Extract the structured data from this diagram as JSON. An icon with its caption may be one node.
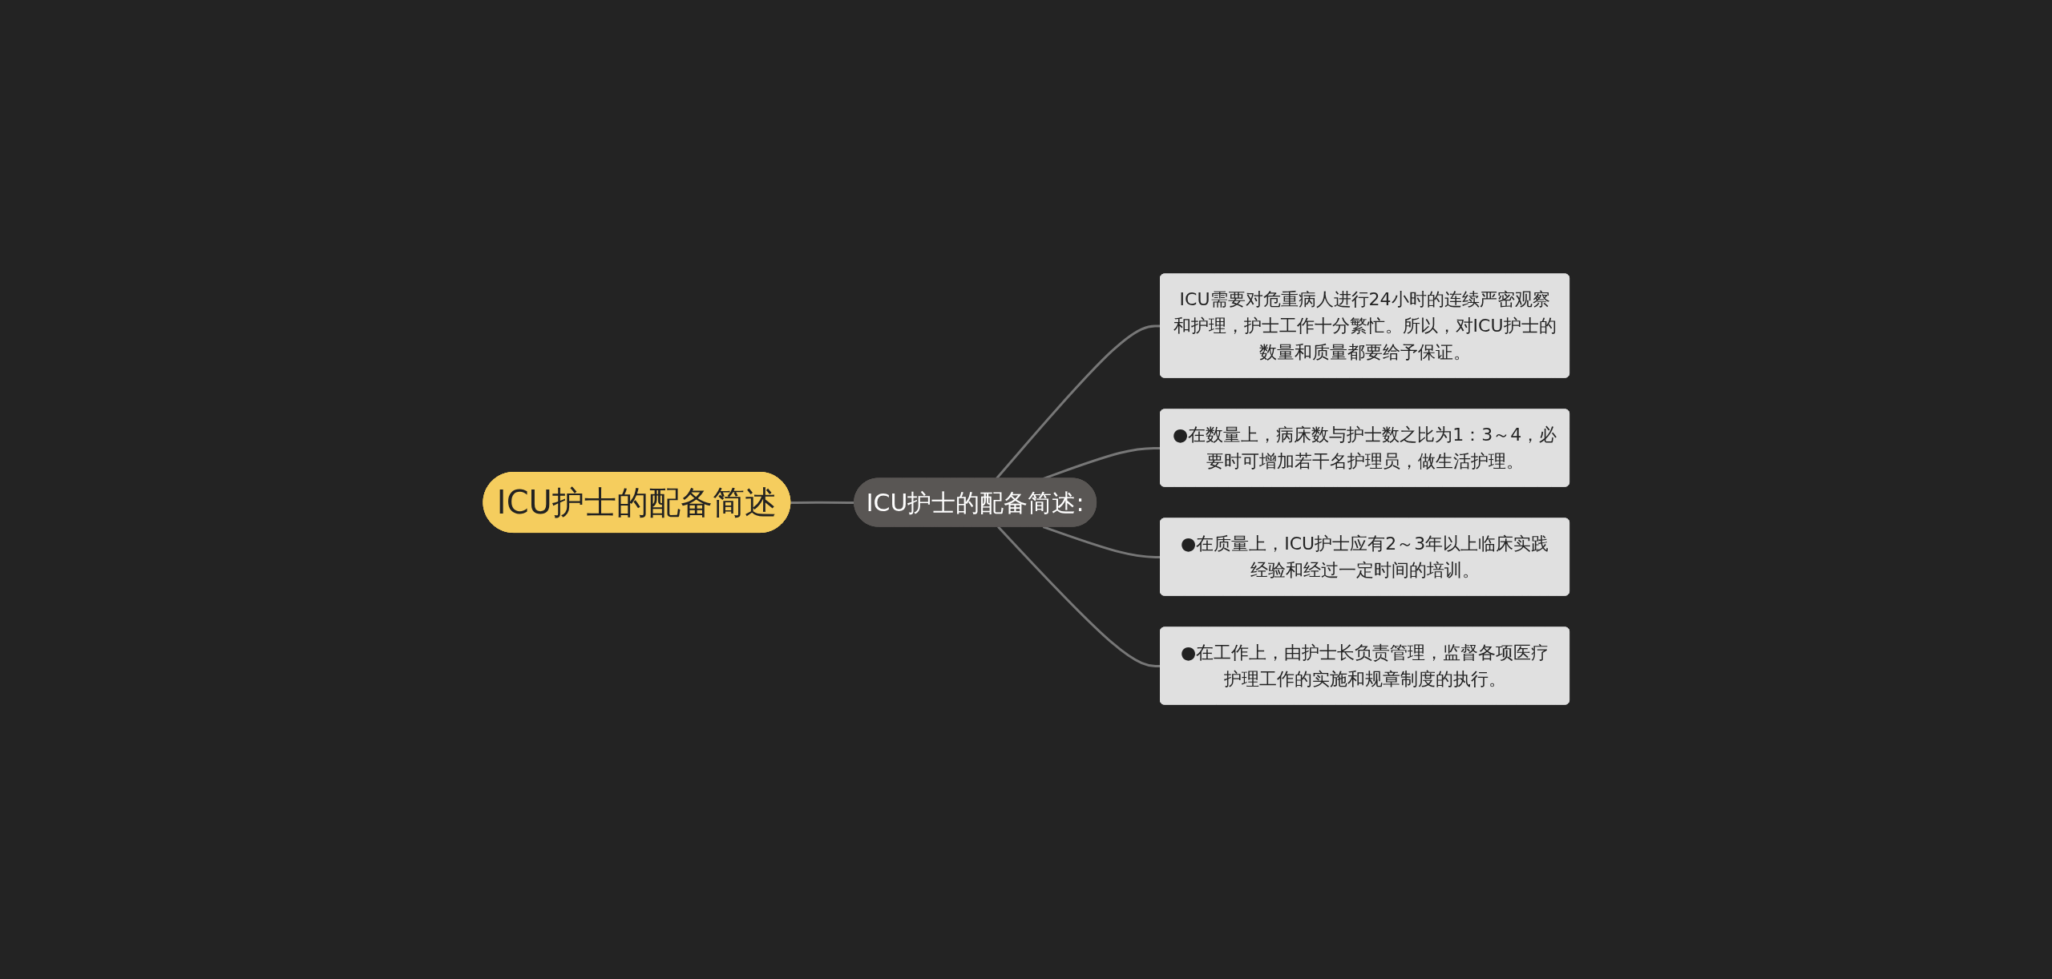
{
  "diagram": {
    "nodes": [
      {
        "text": [
          "ICU护士的配备简述"
        ]
      },
      {
        "text": [
          "ICU护士的配备简述:"
        ]
      },
      {
        "text": [
          "ICU需要对危重病人进行24小时的连续严密观察和护理，护士工作十分繁忙。所以，对ICU护士的数量和质量都要给予保证。"
        ]
      },
      {
        "text": [
          "●在数量上，病床数与护士数之比为1：3～4，必要时可增加若干名护理员，做生活护理。"
        ]
      },
      {
        "text": [
          "●在质量上，ICU护士应有2～3年以上临床实践经验和经过一定时间的培训。"
        ]
      },
      {
        "text": [
          "●在工作上，由护士长负责管理，监督各项医疗护理工作的实施和规章制度的执行。"
        ]
      }
    ],
    "edges": [
      {
        "from": 0,
        "to": 1,
        "arrow": "none"
      },
      {
        "from": 1,
        "to": 2,
        "arrow": "none"
      },
      {
        "from": 1,
        "to": 3,
        "arrow": "none"
      },
      {
        "from": 1,
        "to": 4,
        "arrow": "none"
      },
      {
        "from": 1,
        "to": 5,
        "arrow": "none"
      }
    ]
  }
}
